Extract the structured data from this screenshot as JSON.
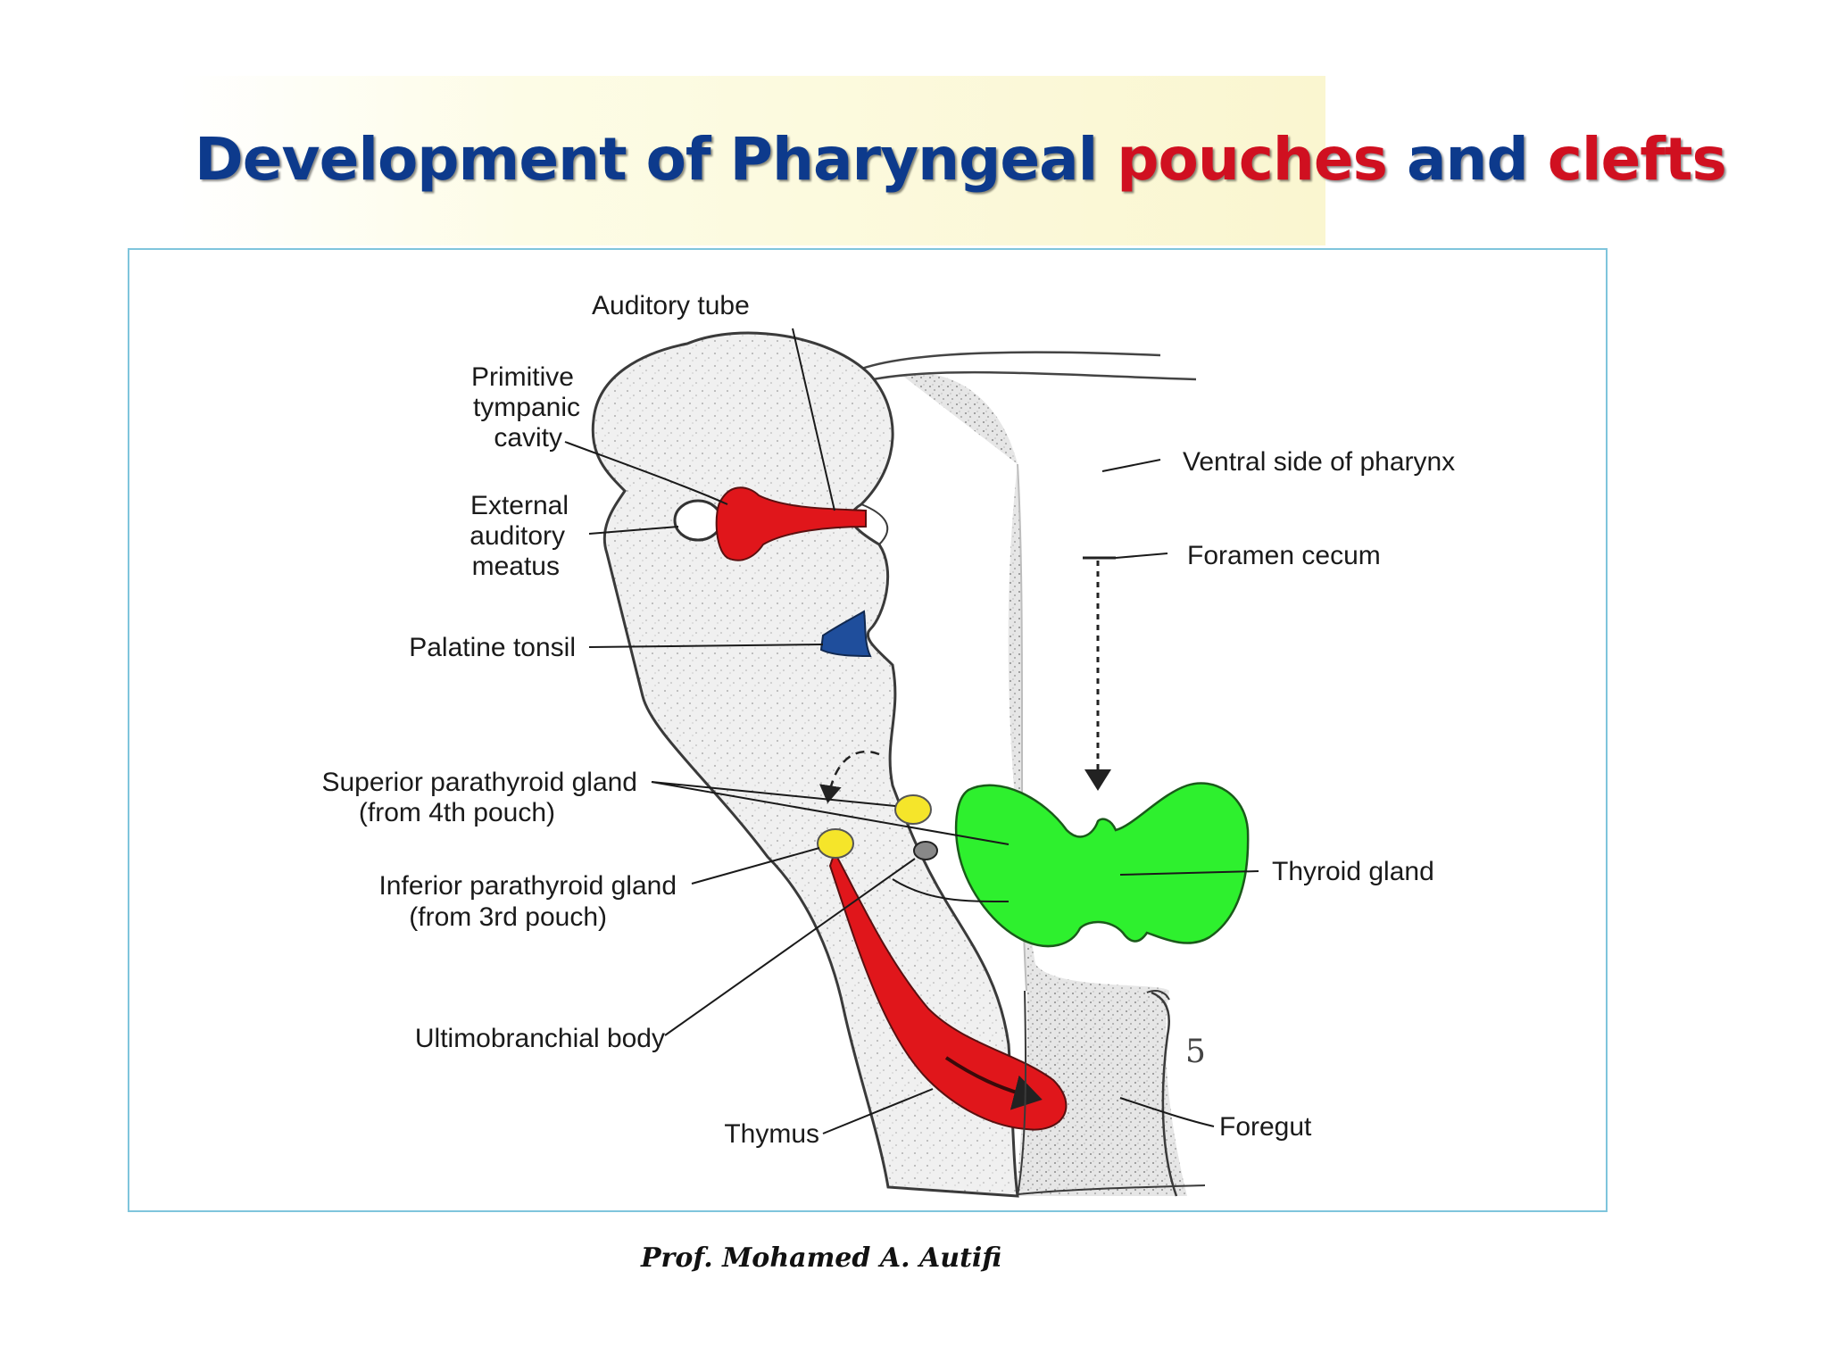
{
  "title": {
    "part1": "Development of Pharyngeal ",
    "part2": "pouches",
    "part3": " and ",
    "part4": "clefts"
  },
  "labels": {
    "auditory_tube": "Auditory tube",
    "primitive_tympanic_cavity": [
      "Primitive",
      "tympanic",
      "cavity"
    ],
    "external_auditory_meatus": [
      "External",
      "auditory",
      "meatus"
    ],
    "palatine_tonsil": "Palatine tonsil",
    "superior_parathyroid": [
      "Superior parathyroid gland",
      "(from 4th pouch)"
    ],
    "inferior_parathyroid": [
      "Inferior parathyroid gland",
      "(from 3rd pouch)"
    ],
    "ultimobranchial_body": "Ultimobranchial body",
    "thymus": "Thymus",
    "ventral_side": "Ventral side of pharynx",
    "foramen_cecum": "Foramen cecum",
    "thyroid_gland": "Thyroid gland",
    "foregut": "Foregut",
    "figure_mark": "5"
  },
  "colors": {
    "red_structures": "#e0161b",
    "thyroid": "#2ef02e",
    "tonsil": "#1f4e9c",
    "parathyroid": "#f5e52a",
    "tissue": "#efefef"
  },
  "credit": "Prof. Mohamed A. Autifi"
}
